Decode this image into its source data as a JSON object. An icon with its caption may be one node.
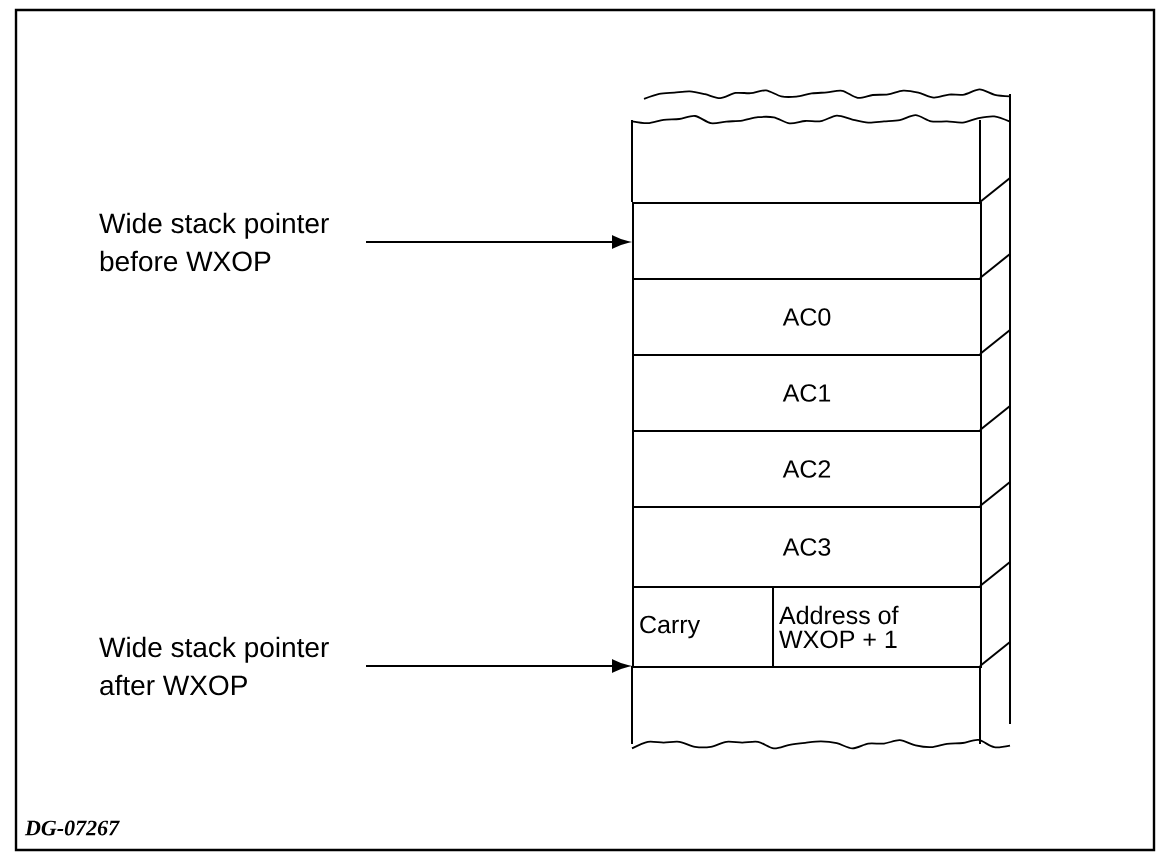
{
  "diagram": {
    "nodes": [
      {
        "text": [
          "Wide stack pointer before WXOP"
        ]
      },
      {
        "text": [],
        "shape": "box"
      },
      {
        "text": [],
        "shape": "box"
      },
      {
        "text": [
          "AC0"
        ]
      },
      {
        "text": [
          "AC1"
        ]
      },
      {
        "text": [
          "AC2"
        ]
      },
      {
        "text": [
          "AC3"
        ]
      },
      {
        "text": [
          "Carry"
        ]
      },
      {
        "text": [
          "Address of WXOP + 1"
        ]
      },
      {
        "text": [
          "Wide stack pointer after WXOP"
        ]
      },
      {
        "text": [],
        "shape": "box"
      }
    ],
    "edges": [
      {
        "from": 0,
        "to": 2,
        "arrow": "to"
      },
      {
        "from": 9,
        "to": 10,
        "arrow": "to"
      }
    ],
    "labels": [
      "DG-07267"
    ]
  }
}
